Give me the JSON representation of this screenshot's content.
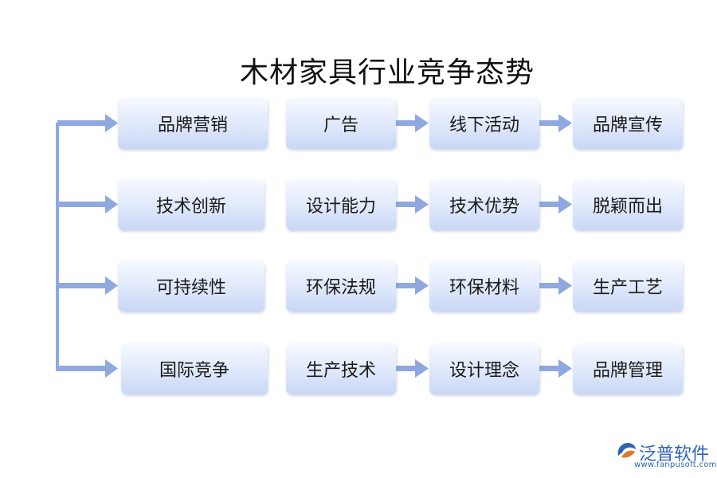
{
  "title": "木材家具行业竞争态势",
  "colors": {
    "arrow": "#8fa8e0",
    "box_top": "#f6f9ff",
    "box_bottom": "#c9d7f5"
  },
  "rows": [
    {
      "items": [
        "品牌营销",
        "广告",
        "线下活动",
        "品牌宣传"
      ]
    },
    {
      "items": [
        "技术创新",
        "设计能力",
        "技术优势",
        "脱颖而出"
      ]
    },
    {
      "items": [
        "可持续性",
        "环保法规",
        "环保材料",
        "生产工艺"
      ]
    },
    {
      "items": [
        "国际竞争",
        "生产技术",
        "设计理念",
        "品牌管理"
      ]
    }
  ],
  "logo": {
    "name": "泛普软件",
    "url": "www.fanpusoft.com",
    "icon": "fanpu-logo-icon"
  }
}
